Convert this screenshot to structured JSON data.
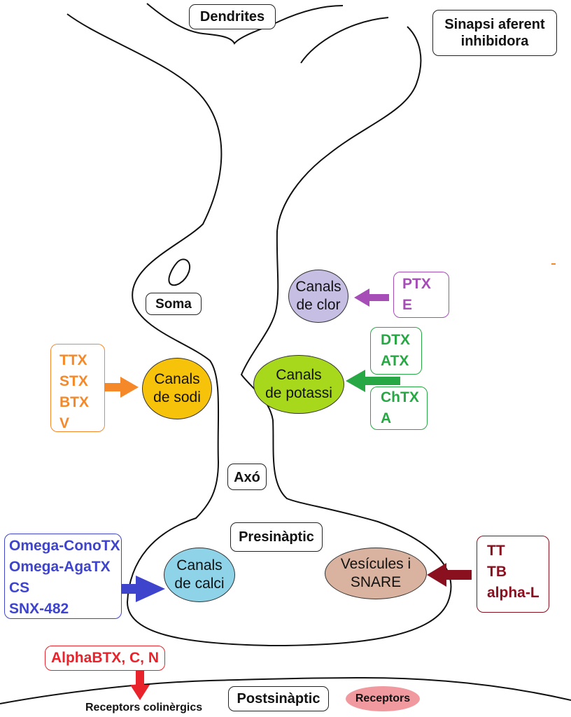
{
  "structures": {
    "dendrites": "Dendrites",
    "sinapsi": "Sinapsi aferent\ninhibidora",
    "soma": "Soma",
    "axo": "Axó",
    "presinaptic": "Presinàptic",
    "postsinaptic": "Postsinàptic",
    "receptors": "Receptors",
    "receptors_colinergics": "Receptors colinèrgics"
  },
  "channels": {
    "clor": "Canals\nde clor",
    "sodi": "Canals\nde sodi",
    "potassi": "Canals\nde potassi",
    "calci": "Canals\nde calci",
    "vesicules": "Vesícules i\nSNARE"
  },
  "toxins": {
    "clor": [
      "PTX",
      "E"
    ],
    "sodi": [
      "TTX",
      "STX",
      "BTX",
      "V"
    ],
    "potassi_a": [
      "DTX",
      "ATX"
    ],
    "potassi_b": [
      "ChTX",
      "A"
    ],
    "calci": [
      "Omega-ConoTX",
      "Omega-AgaTX",
      "CS",
      "SNX-482"
    ],
    "vesicules": [
      "TT",
      "TB",
      "alpha-L"
    ],
    "colinergics": "AlphaBTX, C, N"
  },
  "colors": {
    "clor": "#a64db8",
    "clor_fill": "#c6bfe3",
    "sodi": "#f5892a",
    "sodi_fill": "#f7c20a",
    "potassi": "#28a844",
    "potassi_fill": "#a8d81c",
    "calci": "#3f44cc",
    "calci_fill": "#8fd3e8",
    "vesicules": "#8a1020",
    "vesicules_fill": "#d9b3a0",
    "colinergics": "#e8232b",
    "receptors_fill": "#f09aa0"
  }
}
